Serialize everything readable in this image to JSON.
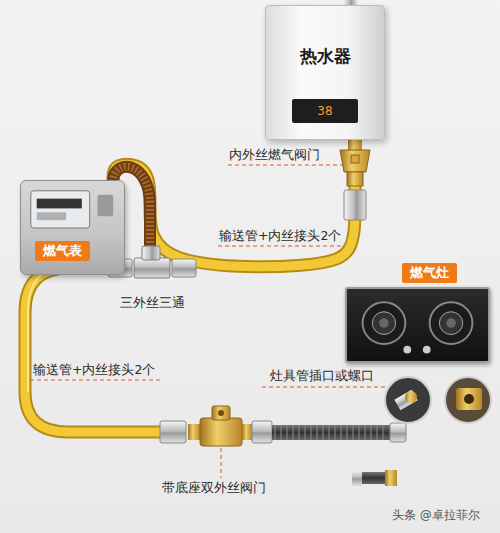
{
  "diagram": {
    "nodes": [
      {
        "text": [
          "热水器",
          "38"
        ]
      },
      {
        "text": [
          "燃气表"
        ]
      },
      {
        "text": [
          "燃气灶"
        ]
      }
    ],
    "edges": [
      {
        "from": 1,
        "to": 0,
        "arrow": "none"
      }
    ],
    "labels": [
      "内外丝燃气阀门",
      "输送管+内丝接头2个",
      "三外丝三通",
      "输送管+内丝接头2个",
      "灶具管插口或螺口",
      "带底座双外丝阀门",
      "头条 @卓拉菲尔"
    ]
  }
}
